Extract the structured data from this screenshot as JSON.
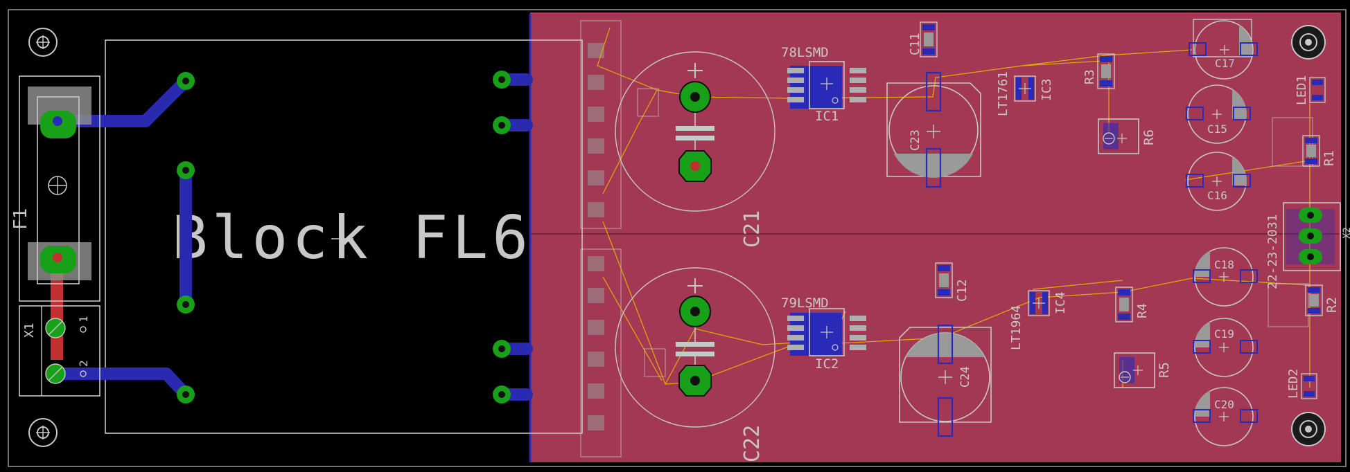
{
  "board": {
    "title": "Block FL6",
    "colors": {
      "background": "#000000",
      "copper_top": "#b84060",
      "copper_bottom": "#2a2ab8",
      "pad": "#19a019",
      "silkscreen": "#c8c8c8",
      "airwire": "#e0b000"
    }
  },
  "labels": {
    "f1": "F1",
    "x1": "X1",
    "x1_pin1": "1",
    "x1_pin2": "2",
    "c21": "C21",
    "c22": "C22",
    "ic1_value": "78LSMD",
    "ic1": "IC1",
    "ic2_value": "79LSMD",
    "ic2": "IC2",
    "c11": "C11",
    "c12": "C12",
    "c23": "C23",
    "c24": "C24",
    "ic3_value": "LT1761",
    "ic3": "IC3",
    "ic4_value": "LT1964",
    "ic4": "IC4",
    "r3": "R3",
    "r4": "R4",
    "r5": "R5",
    "r6": "R6",
    "r1": "R1",
    "r2": "R2",
    "c15": "C15",
    "c16": "C16",
    "c17": "C17",
    "c18": "C18",
    "c19": "C19",
    "c20": "C20",
    "led1": "LED1",
    "led2": "LED2",
    "connector_value": "22-23-2031",
    "connector_edge": "X2"
  }
}
